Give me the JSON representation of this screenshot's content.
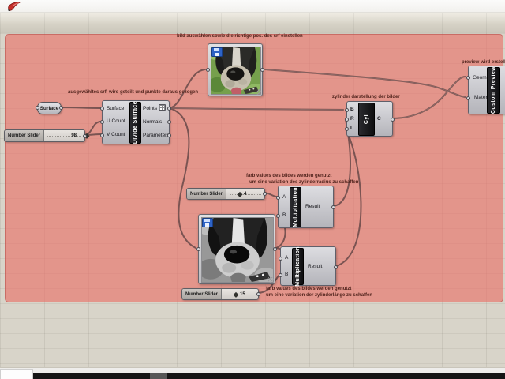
{
  "logo": {
    "name": "grasshopper-pencil-logo"
  },
  "annotations": {
    "slider_divide": "ausgewähltes srf. wird geteilt und punkte daraus gezogen",
    "image_select": "bild auswählen sowie die richtige pos. des srf einstellen",
    "cylinder_display": "zylinder darstellung der bilder",
    "preview_created": "preview wird erstellt",
    "radius_1": "farb values des bildes werden genutzt",
    "radius_2": "um eine variation des zylinderradius zu schaffen",
    "length_1": "farb values des bildes werden genutzt",
    "length_2": "um eine variation der zylinderlänge zu schaffen"
  },
  "surface_param": {
    "label": "Surface"
  },
  "slider_uv": {
    "label": "Number Slider",
    "value": "98"
  },
  "divide_surface": {
    "name": "Divide Surface",
    "inputs": [
      "Surface",
      "U Count",
      "V Count"
    ],
    "outputs": [
      "Points",
      "Normals",
      "Parameters"
    ]
  },
  "cylinder": {
    "name": "Cyl",
    "inputs": [
      "B",
      "R",
      "L"
    ],
    "output": "C"
  },
  "custom_preview": {
    "name": "Custom Preview",
    "inputs": [
      "Geometry",
      "Material"
    ]
  },
  "multiply_radius": {
    "name": "Multiplication",
    "inputs": [
      "A",
      "B"
    ],
    "output": "Result"
  },
  "multiply_length": {
    "name": "Multiplication",
    "inputs": [
      "A",
      "B"
    ],
    "output": "Result"
  },
  "slider_radius": {
    "label": "Number Slider",
    "value": "4"
  },
  "slider_length": {
    "label": "Number Slider",
    "value": "15"
  },
  "colors": {
    "group": "#ea6e65",
    "wire": "#74504f",
    "canvas": "#d8d4c9"
  }
}
